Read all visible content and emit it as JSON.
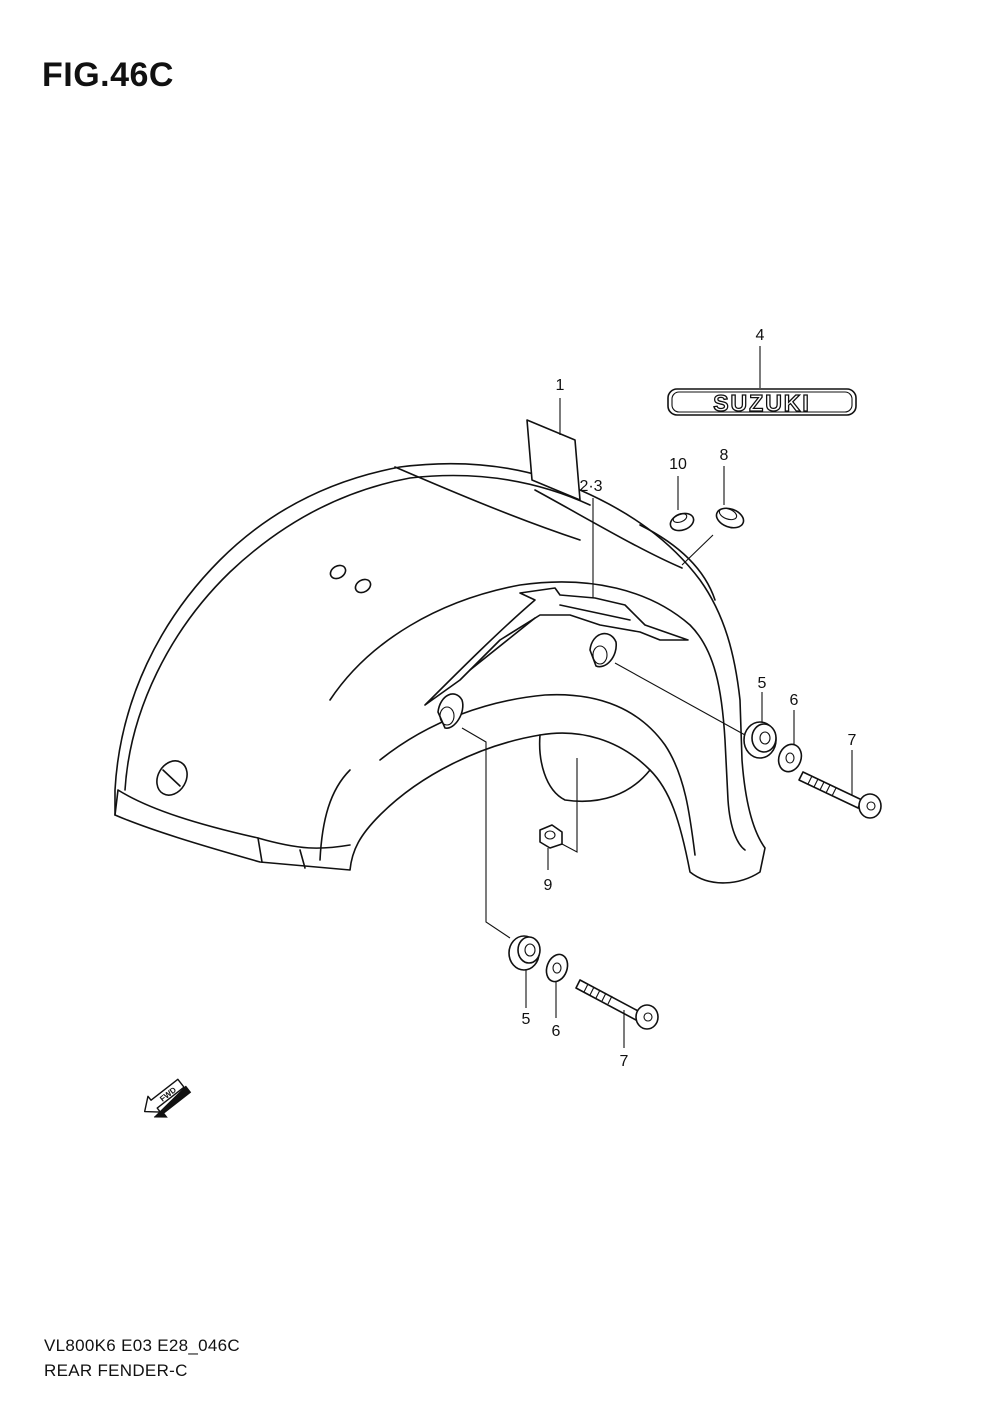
{
  "figure": {
    "title": "FIG.46C"
  },
  "callouts": [
    {
      "id": "c1",
      "text": "1"
    },
    {
      "id": "c23",
      "text": "2·3"
    },
    {
      "id": "c4",
      "text": "4"
    },
    {
      "id": "c10",
      "text": "10"
    },
    {
      "id": "c8",
      "text": "8"
    },
    {
      "id": "c5a",
      "text": "5"
    },
    {
      "id": "c6a",
      "text": "6"
    },
    {
      "id": "c7a",
      "text": "7"
    },
    {
      "id": "c9",
      "text": "9"
    },
    {
      "id": "c5b",
      "text": "5"
    },
    {
      "id": "c6b",
      "text": "6"
    },
    {
      "id": "c7b",
      "text": "7"
    }
  ],
  "emblem": {
    "text": "SUZUKI"
  },
  "fwd_arrow": {
    "text": "FWD"
  },
  "footer": {
    "code": "VL800K6 E03 E28_046C",
    "name": "REAR FENDER-C"
  }
}
